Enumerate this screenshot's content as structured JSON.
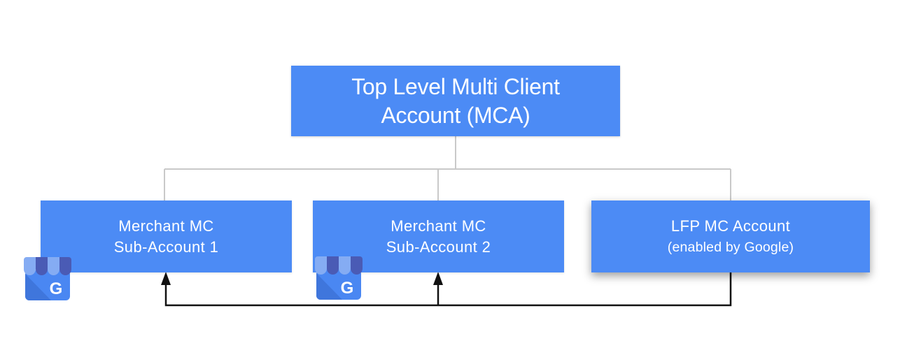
{
  "diagram": {
    "background": "#ffffff",
    "colors": {
      "box_fill": "#4C8BF5",
      "box_text": "#ffffff",
      "tree_line": "#c9c9c9",
      "flow_line": "#111111"
    },
    "root": {
      "line1": "Top Level Multi Client",
      "line2": "Account (MCA)"
    },
    "children": [
      {
        "line1": "Merchant MC",
        "line2": "Sub-Account 1",
        "icon": "google-my-business"
      },
      {
        "line1": "Merchant MC",
        "line2": "Sub-Account 2",
        "icon": "google-my-business"
      },
      {
        "line1": "LFP MC Account",
        "line2": "(enabled by Google)"
      }
    ],
    "icons": {
      "gmb_letter": "G",
      "gmb_colors": {
        "awning_light": "#85ACF3",
        "awning_dark": "#4A5BB5",
        "body": "#4A87F2",
        "body_shade": "#3F76DC"
      }
    }
  }
}
